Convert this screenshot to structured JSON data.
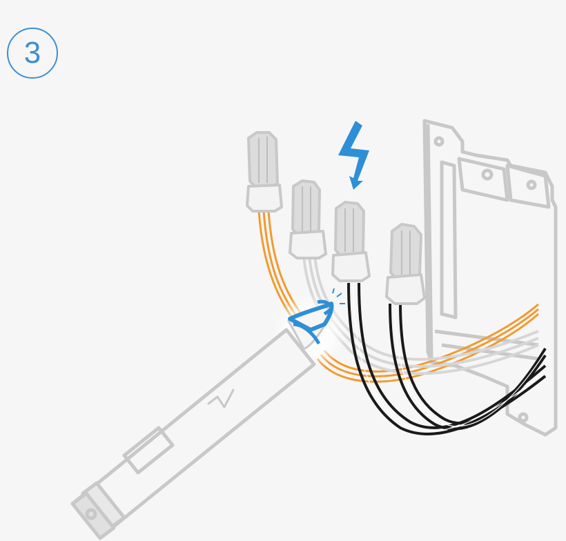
{
  "step": {
    "number": "3"
  },
  "colors": {
    "background": "#f6f6f6",
    "accent_blue": "#2e8fd6",
    "outline_gray": "#c8c8c8",
    "fill_gray": "#d9d9d9",
    "wire_orange": "#f29a2e",
    "wire_black": "#1a1a1a",
    "wire_white": "#e8e8e8"
  },
  "icons": [
    "lightning-bolt-icon",
    "voltage-tester-pen",
    "wire-nut",
    "electrical-box"
  ]
}
